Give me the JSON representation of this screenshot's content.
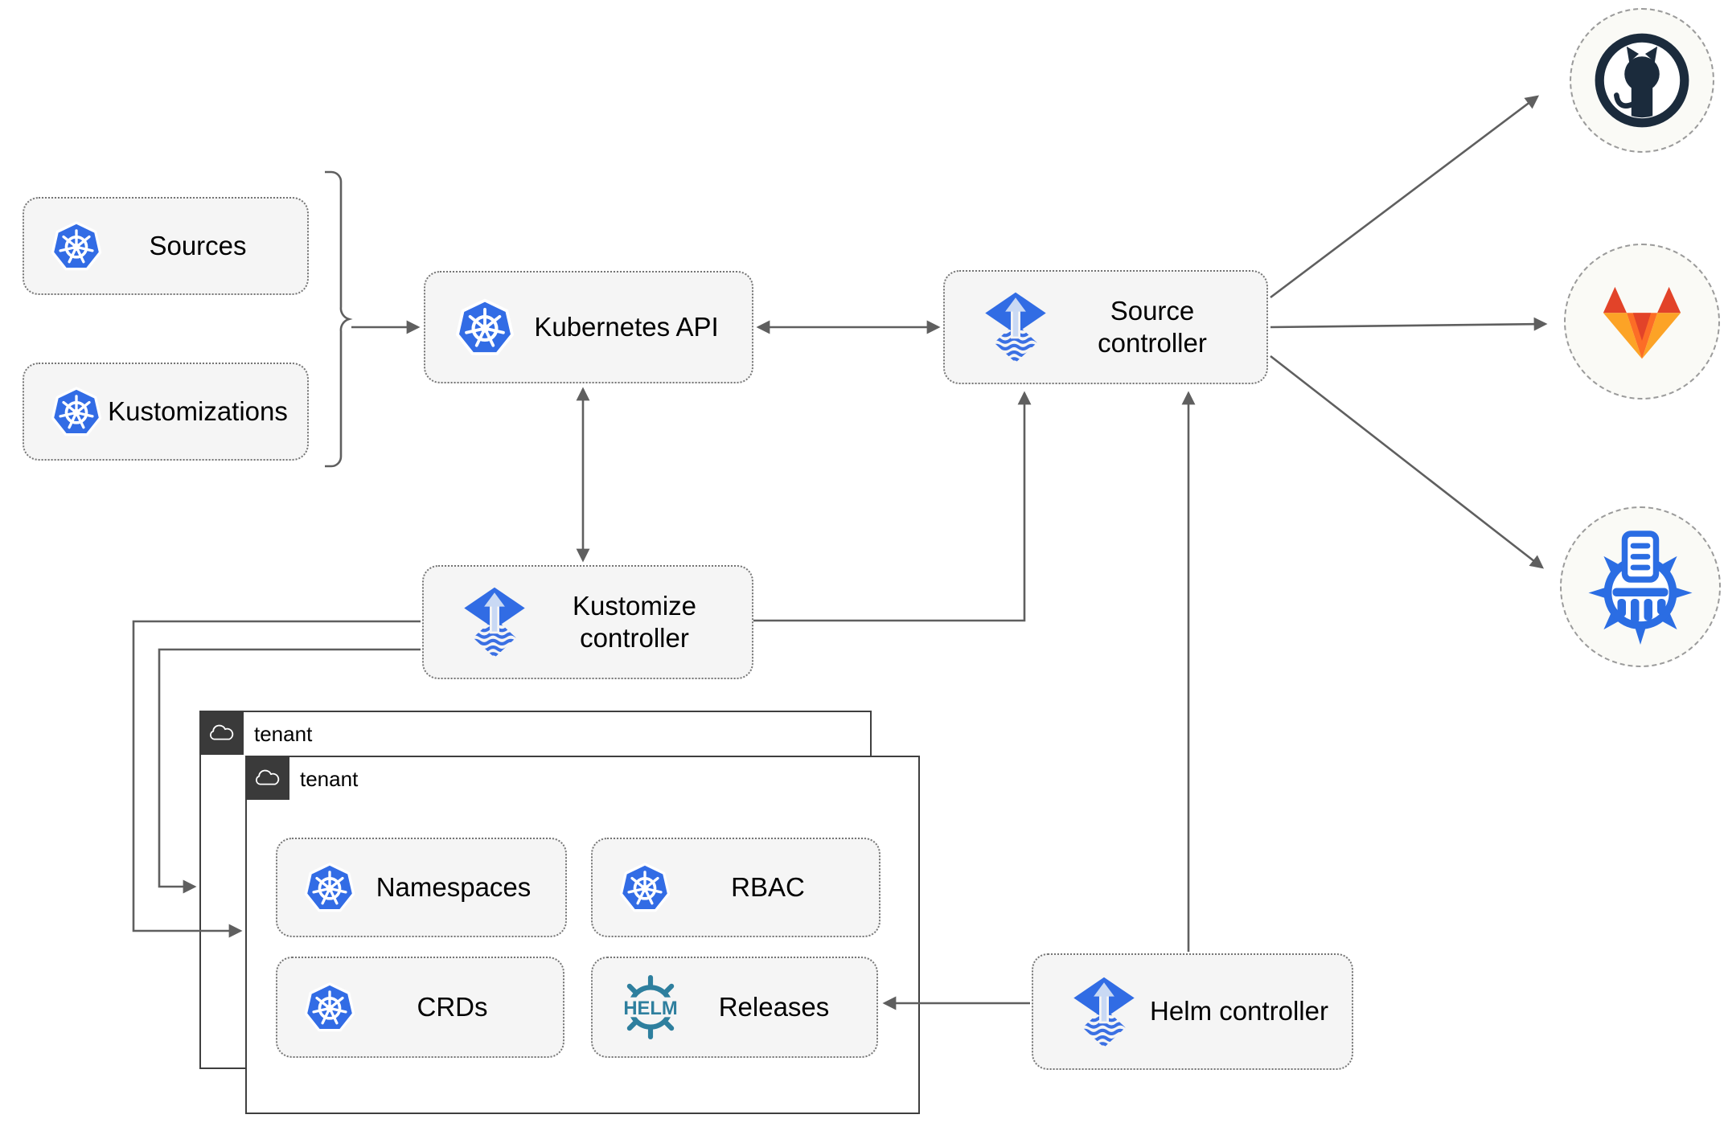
{
  "nodes": {
    "sources": "Sources",
    "kustomizations": "Kustomizations",
    "kubernetes_api": "Kubernetes API",
    "source_controller": "Source controller",
    "kustomize_controller": "Kustomize controller",
    "helm_controller": "Helm controller",
    "namespaces": "Namespaces",
    "rbac": "RBAC",
    "crds": "CRDs",
    "releases": "Releases"
  },
  "tenants": {
    "back": "tenant",
    "front": "tenant"
  },
  "helm_logo_text": "HELM",
  "providers": {
    "top": "github-octocat",
    "middle": "gitlab-tanuki",
    "bottom": "container-registry-wheel"
  },
  "colors": {
    "kubernetes_blue": "#326CE5",
    "flux_blue": "#316CE4",
    "flux_arrow_light": "#C9D9F4",
    "helm_teal": "#2E7F9E",
    "github_navy": "#1B2B3C",
    "gitlab_red_orange": "#E24329",
    "gitlab_orange": "#FC6D26",
    "gitlab_yellow_orange": "#FCA326",
    "registry_blue": "#2B6DE3",
    "arrow_gray": "#5F5F5F",
    "node_fill": "#F5F5F5",
    "tenant_border": "#3F3F3F",
    "tenant_badge_bg": "#3A3A3A"
  }
}
